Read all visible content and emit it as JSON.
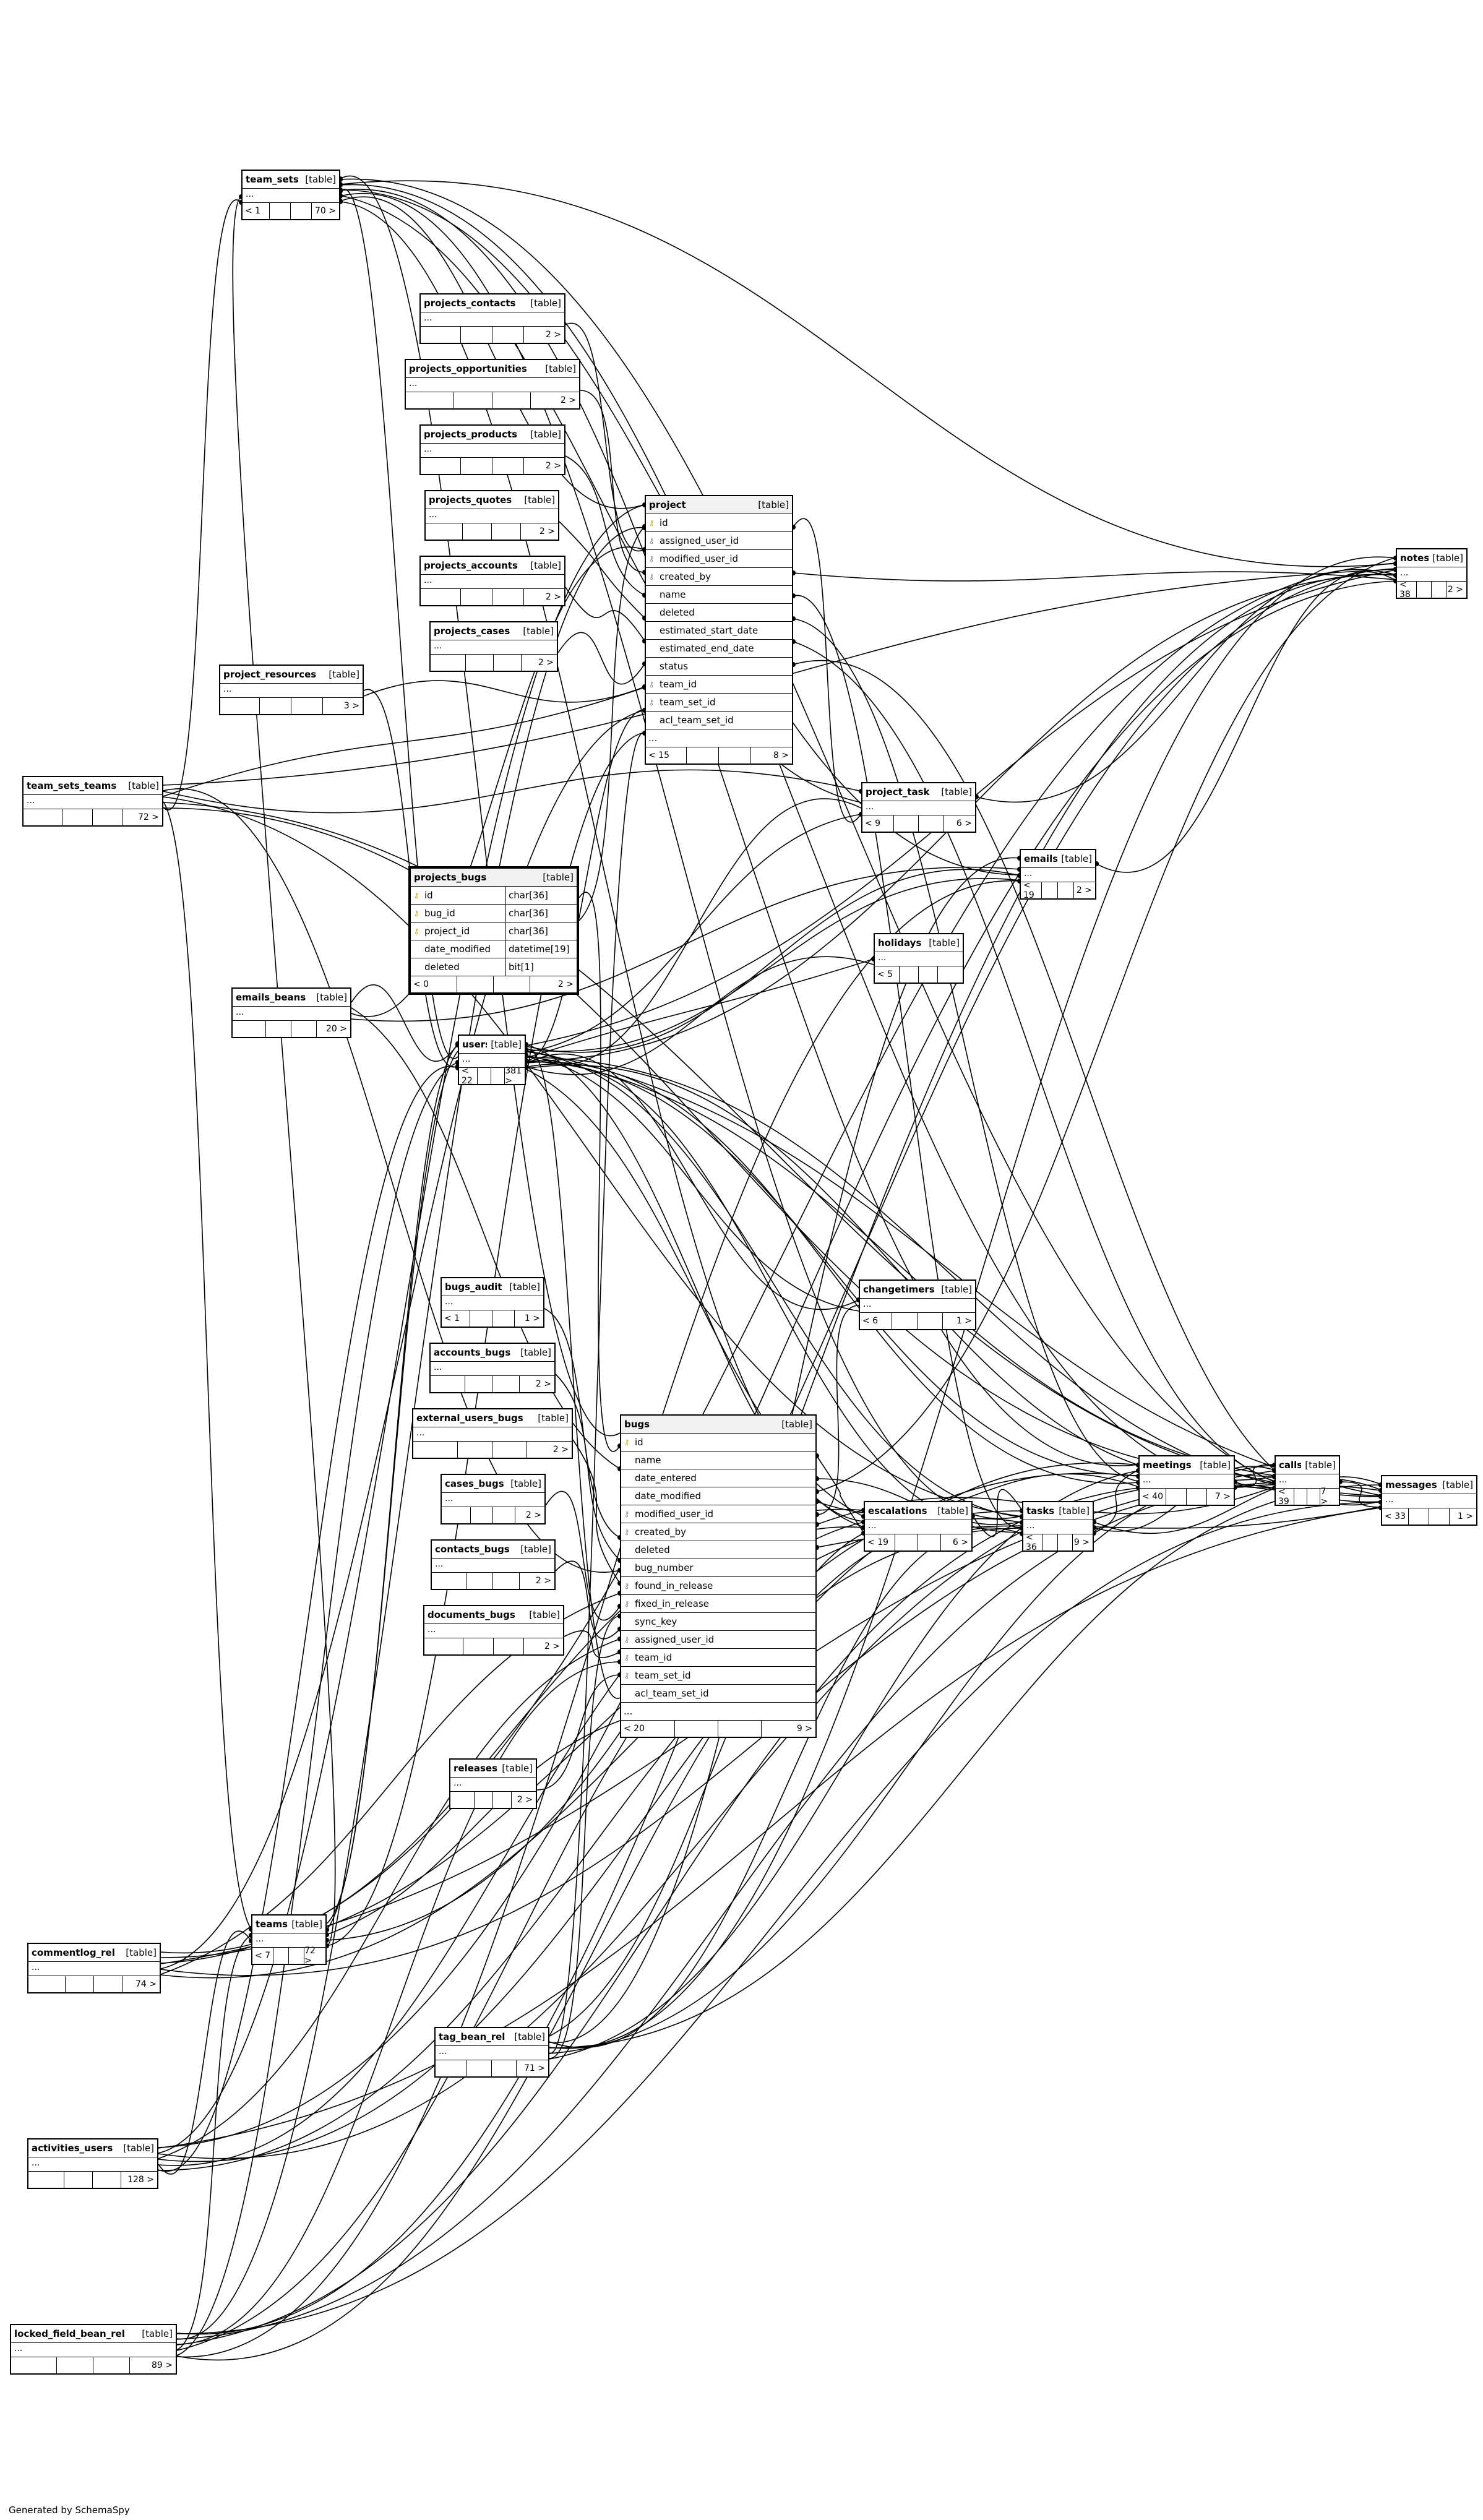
{
  "generated_by": "Generated by SchemaSpy",
  "table_type_label": "[table]",
  "ellipsis": "...",
  "tables": {
    "team_sets": {
      "name": "team_sets",
      "parents": "< 1",
      "children": "70 >"
    },
    "projects_contacts": {
      "name": "projects_contacts",
      "parents": "",
      "children": "2 >"
    },
    "projects_opportunities": {
      "name": "projects_opportunities",
      "parents": "",
      "children": "2 >"
    },
    "projects_products": {
      "name": "projects_products",
      "parents": "",
      "children": "2 >"
    },
    "projects_quotes": {
      "name": "projects_quotes",
      "parents": "",
      "children": "2 >"
    },
    "projects_accounts": {
      "name": "projects_accounts",
      "parents": "",
      "children": "2 >"
    },
    "projects_cases": {
      "name": "projects_cases",
      "parents": "",
      "children": "2 >"
    },
    "project_resources": {
      "name": "project_resources",
      "parents": "",
      "children": "3 >"
    },
    "team_sets_teams": {
      "name": "team_sets_teams",
      "parents": "",
      "children": "72 >"
    },
    "emails_beans": {
      "name": "emails_beans",
      "parents": "",
      "children": "20 >"
    },
    "users": {
      "name": "users",
      "parents": "< 22",
      "children": "381 >"
    },
    "project_task": {
      "name": "project_task",
      "parents": "< 9",
      "children": "6 >"
    },
    "emails": {
      "name": "emails",
      "parents": "< 19",
      "children": "2 >"
    },
    "holidays": {
      "name": "holidays",
      "parents": "< 5",
      "children": ""
    },
    "notes": {
      "name": "notes",
      "parents": "< 38",
      "children": "2 >"
    },
    "changetimers": {
      "name": "changetimers",
      "parents": "< 6",
      "children": "1 >"
    },
    "bugs_audit": {
      "name": "bugs_audit",
      "parents": "< 1",
      "children": "1 >"
    },
    "accounts_bugs": {
      "name": "accounts_bugs",
      "parents": "",
      "children": "2 >"
    },
    "external_users_bugs": {
      "name": "external_users_bugs",
      "parents": "",
      "children": "2 >"
    },
    "cases_bugs": {
      "name": "cases_bugs",
      "parents": "",
      "children": "2 >"
    },
    "contacts_bugs": {
      "name": "contacts_bugs",
      "parents": "",
      "children": "2 >"
    },
    "documents_bugs": {
      "name": "documents_bugs",
      "parents": "",
      "children": "2 >"
    },
    "releases": {
      "name": "releases",
      "parents": "",
      "children": "2 >"
    },
    "escalations": {
      "name": "escalations",
      "parents": "< 19",
      "children": "6 >"
    },
    "tasks": {
      "name": "tasks",
      "parents": "< 36",
      "children": "9 >"
    },
    "meetings": {
      "name": "meetings",
      "parents": "< 40",
      "children": "7 >"
    },
    "calls": {
      "name": "calls",
      "parents": "< 39",
      "children": "7 >"
    },
    "messages": {
      "name": "messages",
      "parents": "< 33",
      "children": "1 >"
    },
    "commentlog_rel": {
      "name": "commentlog_rel",
      "parents": "",
      "children": "74 >"
    },
    "teams": {
      "name": "teams",
      "parents": "< 7",
      "children": "72 >"
    },
    "tag_bean_rel": {
      "name": "tag_bean_rel",
      "parents": "",
      "children": "71 >"
    },
    "activities_users": {
      "name": "activities_users",
      "parents": "",
      "children": "128 >"
    },
    "locked_field_bean_rel": {
      "name": "locked_field_bean_rel",
      "parents": "",
      "children": "89 >"
    }
  },
  "project": {
    "name": "project",
    "parents": "< 15",
    "children": "8 >",
    "columns": [
      {
        "name": "id",
        "key": "pk"
      },
      {
        "name": "assigned_user_id",
        "key": "fk"
      },
      {
        "name": "modified_user_id",
        "key": "fk"
      },
      {
        "name": "created_by",
        "key": "fk"
      },
      {
        "name": "name",
        "key": ""
      },
      {
        "name": "deleted",
        "key": ""
      },
      {
        "name": "estimated_start_date",
        "key": ""
      },
      {
        "name": "estimated_end_date",
        "key": ""
      },
      {
        "name": "status",
        "key": ""
      },
      {
        "name": "team_id",
        "key": "fk"
      },
      {
        "name": "team_set_id",
        "key": "fk"
      },
      {
        "name": "acl_team_set_id",
        "key": ""
      }
    ]
  },
  "bugs": {
    "name": "bugs",
    "parents": "< 20",
    "children": "9 >",
    "columns": [
      {
        "name": "id",
        "key": "pk"
      },
      {
        "name": "name",
        "key": ""
      },
      {
        "name": "date_entered",
        "key": ""
      },
      {
        "name": "date_modified",
        "key": ""
      },
      {
        "name": "modified_user_id",
        "key": "fk"
      },
      {
        "name": "created_by",
        "key": "fk"
      },
      {
        "name": "deleted",
        "key": ""
      },
      {
        "name": "bug_number",
        "key": ""
      },
      {
        "name": "found_in_release",
        "key": "fk"
      },
      {
        "name": "fixed_in_release",
        "key": "fk"
      },
      {
        "name": "sync_key",
        "key": ""
      },
      {
        "name": "assigned_user_id",
        "key": "fk"
      },
      {
        "name": "team_id",
        "key": "fk"
      },
      {
        "name": "team_set_id",
        "key": "fk"
      },
      {
        "name": "acl_team_set_id",
        "key": ""
      }
    ]
  },
  "projects_bugs": {
    "name": "projects_bugs",
    "parents": "< 0",
    "children": "2 >",
    "columns": [
      {
        "name": "id",
        "type": "char[36]",
        "key": "pk"
      },
      {
        "name": "bug_id",
        "type": "char[36]",
        "key": "pk"
      },
      {
        "name": "project_id",
        "type": "char[36]",
        "key": "pk"
      },
      {
        "name": "date_modified",
        "type": "datetime[19]",
        "key": ""
      },
      {
        "name": "deleted",
        "type": "bit[1]",
        "key": ""
      }
    ]
  },
  "relationships": [
    [
      "projects_bugs",
      "bugs"
    ],
    [
      "projects_bugs",
      "project"
    ],
    [
      "projects_contacts",
      "project"
    ],
    [
      "projects_opportunities",
      "project"
    ],
    [
      "projects_products",
      "project"
    ],
    [
      "projects_quotes",
      "project"
    ],
    [
      "projects_accounts",
      "project"
    ],
    [
      "projects_cases",
      "project"
    ],
    [
      "project_resources",
      "project"
    ],
    [
      "project_resources",
      "users"
    ],
    [
      "project",
      "users"
    ],
    [
      "project",
      "teams"
    ],
    [
      "project",
      "team_sets"
    ],
    [
      "project_task",
      "project"
    ],
    [
      "project_task",
      "users"
    ],
    [
      "project_task",
      "team_sets"
    ],
    [
      "emails",
      "users"
    ],
    [
      "emails",
      "team_sets"
    ],
    [
      "emails_beans",
      "emails"
    ],
    [
      "emails_beans",
      "project"
    ],
    [
      "emails_beans",
      "bugs"
    ],
    [
      "emails_beans",
      "users"
    ],
    [
      "holidays",
      "users"
    ],
    [
      "notes",
      "project"
    ],
    [
      "notes",
      "users"
    ],
    [
      "notes",
      "teams"
    ],
    [
      "notes",
      "team_sets"
    ],
    [
      "notes",
      "bugs"
    ],
    [
      "notes",
      "emails"
    ],
    [
      "notes",
      "project_task"
    ],
    [
      "changetimers",
      "users"
    ],
    [
      "changetimers",
      "bugs"
    ],
    [
      "bugs_audit",
      "bugs"
    ],
    [
      "accounts_bugs",
      "bugs"
    ],
    [
      "external_users_bugs",
      "bugs"
    ],
    [
      "cases_bugs",
      "bugs"
    ],
    [
      "contacts_bugs",
      "bugs"
    ],
    [
      "documents_bugs",
      "bugs"
    ],
    [
      "releases",
      "bugs"
    ],
    [
      "bugs",
      "users"
    ],
    [
      "bugs",
      "teams"
    ],
    [
      "bugs",
      "team_sets"
    ],
    [
      "escalations",
      "bugs"
    ],
    [
      "escalations",
      "users"
    ],
    [
      "escalations",
      "team_sets"
    ],
    [
      "tasks",
      "bugs"
    ],
    [
      "tasks",
      "project"
    ],
    [
      "tasks",
      "users"
    ],
    [
      "tasks",
      "team_sets"
    ],
    [
      "tasks",
      "escalations"
    ],
    [
      "meetings",
      "bugs"
    ],
    [
      "meetings",
      "project"
    ],
    [
      "meetings",
      "users"
    ],
    [
      "meetings",
      "tasks"
    ],
    [
      "meetings",
      "team_sets"
    ],
    [
      "calls",
      "bugs"
    ],
    [
      "calls",
      "project"
    ],
    [
      "calls",
      "users"
    ],
    [
      "calls",
      "tasks"
    ],
    [
      "calls",
      "meetings"
    ],
    [
      "calls",
      "team_sets"
    ],
    [
      "messages",
      "bugs"
    ],
    [
      "messages",
      "project"
    ],
    [
      "messages",
      "users"
    ],
    [
      "messages",
      "tasks"
    ],
    [
      "messages",
      "meetings"
    ],
    [
      "messages",
      "calls"
    ],
    [
      "messages",
      "team_sets"
    ],
    [
      "team_sets_teams",
      "team_sets"
    ],
    [
      "team_sets_teams",
      "teams"
    ],
    [
      "team_sets_teams",
      "project"
    ],
    [
      "team_sets_teams",
      "bugs"
    ],
    [
      "team_sets_teams",
      "notes"
    ],
    [
      "team_sets_teams",
      "calls"
    ],
    [
      "team_sets_teams",
      "messages"
    ],
    [
      "team_sets_teams",
      "tasks"
    ],
    [
      "team_sets_teams",
      "project_task"
    ],
    [
      "commentlog_rel",
      "bugs"
    ],
    [
      "commentlog_rel",
      "project"
    ],
    [
      "commentlog_rel",
      "notes"
    ],
    [
      "commentlog_rel",
      "tasks"
    ],
    [
      "commentlog_rel",
      "escalations"
    ],
    [
      "commentlog_rel",
      "meetings"
    ],
    [
      "commentlog_rel",
      "messages"
    ],
    [
      "commentlog_rel",
      "calls"
    ],
    [
      "teams",
      "users"
    ],
    [
      "teams",
      "team_sets"
    ],
    [
      "tag_bean_rel",
      "bugs"
    ],
    [
      "tag_bean_rel",
      "project"
    ],
    [
      "tag_bean_rel",
      "notes"
    ],
    [
      "tag_bean_rel",
      "tasks"
    ],
    [
      "tag_bean_rel",
      "escalations"
    ],
    [
      "tag_bean_rel",
      "meetings"
    ],
    [
      "tag_bean_rel",
      "calls"
    ],
    [
      "tag_bean_rel",
      "messages"
    ],
    [
      "tag_bean_rel",
      "emails"
    ],
    [
      "activities_users",
      "users"
    ],
    [
      "activities_users",
      "teams"
    ],
    [
      "activities_users",
      "bugs"
    ],
    [
      "activities_users",
      "project"
    ],
    [
      "activities_users",
      "notes"
    ],
    [
      "activities_users",
      "tasks"
    ],
    [
      "activities_users",
      "escalations"
    ],
    [
      "activities_users",
      "meetings"
    ],
    [
      "activities_users",
      "calls"
    ],
    [
      "activities_users",
      "messages"
    ],
    [
      "locked_field_bean_rel",
      "users"
    ],
    [
      "locked_field_bean_rel",
      "teams"
    ],
    [
      "locked_field_bean_rel",
      "bugs"
    ],
    [
      "locked_field_bean_rel",
      "project"
    ],
    [
      "locked_field_bean_rel",
      "notes"
    ],
    [
      "locked_field_bean_rel",
      "tasks"
    ],
    [
      "locked_field_bean_rel",
      "escalations"
    ],
    [
      "locked_field_bean_rel",
      "meetings"
    ],
    [
      "locked_field_bean_rel",
      "calls"
    ],
    [
      "locked_field_bean_rel",
      "messages"
    ],
    [
      "locked_field_bean_rel",
      "emails"
    ],
    [
      "users",
      "team_sets"
    ],
    [
      "users",
      "teams"
    ],
    [
      "users",
      "notes"
    ],
    [
      "users",
      "calls"
    ],
    [
      "users",
      "meetings"
    ],
    [
      "users",
      "messages"
    ],
    [
      "users",
      "tasks"
    ],
    [
      "users",
      "emails"
    ],
    [
      "users",
      "escalations"
    ],
    [
      "users",
      "changetimers"
    ],
    [
      "users",
      "holidays"
    ],
    [
      "users",
      "project_task"
    ]
  ]
}
